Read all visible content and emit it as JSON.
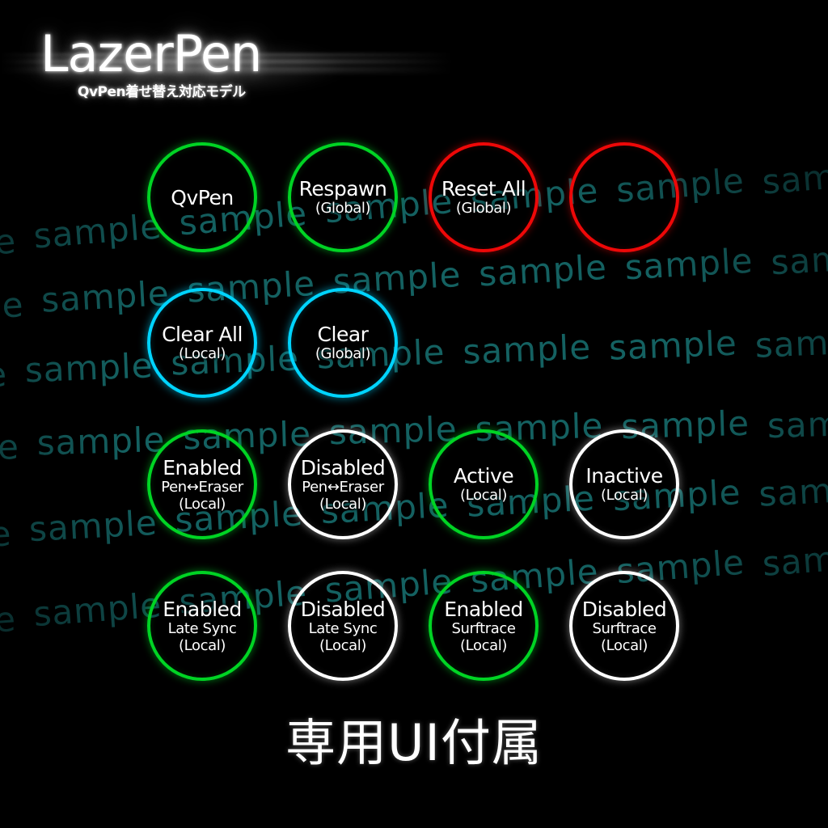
{
  "header": {
    "title": "LazerPen",
    "subtitle": "QvPen着せ替え対応モデル"
  },
  "footer": {
    "text": "専用UI付属"
  },
  "watermark": {
    "word": "sample",
    "color": "#166a6a",
    "repeat_per_row": 7,
    "rows": 6
  },
  "colors": {
    "background": "#000000",
    "green": "#00d424",
    "cyan": "#00d4ff",
    "red": "#ee0808",
    "white": "#ffffff",
    "text": "#ffffff",
    "watermark": "#166a6a"
  },
  "grid": {
    "columns_x": [
      250,
      424,
      598,
      772
    ],
    "rows_y": [
      244,
      424,
      599,
      774
    ],
    "diameter": 136
  },
  "buttons": [
    {
      "id": "qvpen",
      "name": "qvpen-button",
      "ring": "green",
      "line1": "QvPen",
      "line2": "",
      "line3": "",
      "col": 0,
      "row": 0
    },
    {
      "id": "respawn-global",
      "name": "respawn-global-button",
      "ring": "green",
      "line1": "Respawn",
      "line2": "(Global)",
      "line3": "",
      "col": 1,
      "row": 0
    },
    {
      "id": "reset-all-global",
      "name": "reset-all-global-button",
      "ring": "red",
      "line1": "Reset All",
      "line2": "(Global)",
      "line3": "",
      "col": 2,
      "row": 0
    },
    {
      "id": "blank-red",
      "name": "blank-red-button",
      "ring": "red",
      "line1": "",
      "line2": "",
      "line3": "",
      "col": 3,
      "row": 0
    },
    {
      "id": "clear-all-local",
      "name": "clear-all-local-button",
      "ring": "cyan",
      "line1": "Clear All",
      "line2": "(Local)",
      "line3": "",
      "col": 0,
      "row": 1
    },
    {
      "id": "clear-global",
      "name": "clear-global-button",
      "ring": "cyan",
      "line1": "Clear",
      "line2": "(Global)",
      "line3": "",
      "col": 1,
      "row": 1
    },
    {
      "id": "pen-eraser-enabled",
      "name": "pen-eraser-enabled-button",
      "ring": "green",
      "line1": "Enabled",
      "line2": "Pen↔Eraser",
      "line3": "(Local)",
      "col": 0,
      "row": 2
    },
    {
      "id": "pen-eraser-disabled",
      "name": "pen-eraser-disabled-button",
      "ring": "white",
      "line1": "Disabled",
      "line2": "Pen↔Eraser",
      "line3": "(Local)",
      "col": 1,
      "row": 2
    },
    {
      "id": "active-local",
      "name": "active-local-button",
      "ring": "green",
      "line1": "Active",
      "line2": "(Local)",
      "line3": "",
      "col": 2,
      "row": 2
    },
    {
      "id": "inactive-local",
      "name": "inactive-local-button",
      "ring": "white",
      "line1": "Inactive",
      "line2": "(Local)",
      "line3": "",
      "col": 3,
      "row": 2
    },
    {
      "id": "late-sync-enabled",
      "name": "late-sync-enabled-button",
      "ring": "green",
      "line1": "Enabled",
      "line2": "Late Sync",
      "line3": "(Local)",
      "col": 0,
      "row": 3
    },
    {
      "id": "late-sync-disabled",
      "name": "late-sync-disabled-button",
      "ring": "white",
      "line1": "Disabled",
      "line2": "Late Sync",
      "line3": "(Local)",
      "col": 1,
      "row": 3
    },
    {
      "id": "surftrace-enabled",
      "name": "surftrace-enabled-button",
      "ring": "green",
      "line1": "Enabled",
      "line2": "Surftrace",
      "line3": "(Local)",
      "col": 2,
      "row": 3
    },
    {
      "id": "surftrace-disabled",
      "name": "surftrace-disabled-button",
      "ring": "white",
      "line1": "Disabled",
      "line2": "Surftrace",
      "line3": "(Local)",
      "col": 3,
      "row": 3
    }
  ]
}
